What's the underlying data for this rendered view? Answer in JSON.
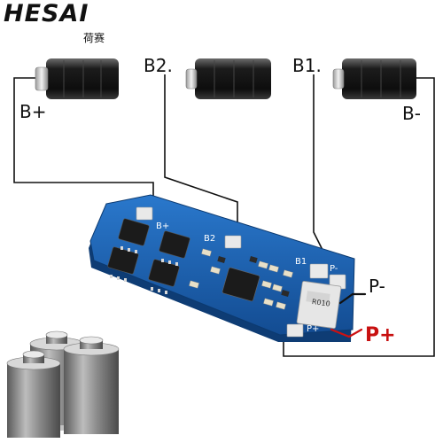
{
  "logo": {
    "brand": "HESAI",
    "subtitle": "荷赛"
  },
  "labels": {
    "b_plus": "B+",
    "b2": "B2.",
    "b1": "B1.",
    "b_minus": "B-",
    "p_minus": "P-",
    "p_plus": "P+"
  },
  "board": {
    "pad_b_plus": "B+",
    "pad_b2": "B2",
    "pad_b1": "B1",
    "pad_p_minus": "P-",
    "pad_p_plus": "P+",
    "resistor_mark": "R010"
  },
  "colors": {
    "board": "#1a5ca8",
    "wire": "#111111",
    "wire_red": "#cc1111",
    "p_plus_text": "#c81010",
    "battery": "#1c1c1c"
  }
}
